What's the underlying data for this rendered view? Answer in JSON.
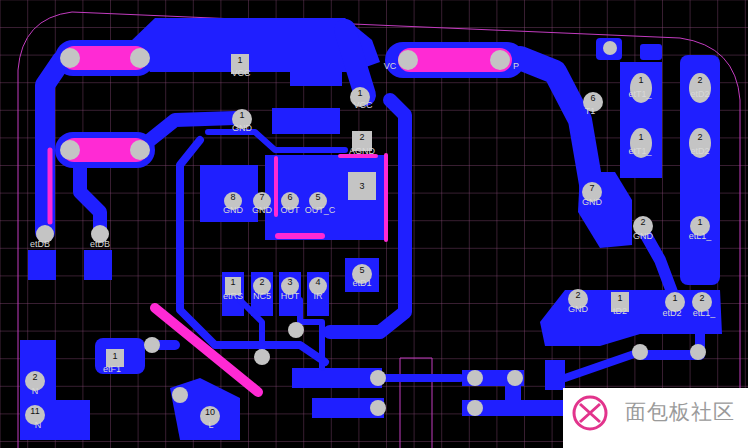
{
  "diagram": {
    "labels": [
      "1",
      "VCC",
      "VC",
      "P",
      "2",
      "1",
      "etT1_",
      "etD2",
      "1",
      "VCC",
      "6",
      "T1",
      "1",
      "GND",
      "2",
      "AGND",
      "1",
      "etT1_",
      "2",
      "etD2",
      "3",
      "7",
      "GND",
      "8",
      "GND",
      "7",
      "GND",
      "6",
      "OUT",
      "5",
      "OUT_C",
      "2",
      "GND",
      "1",
      "etL1_",
      "etDB",
      "etDB",
      "5",
      "etD1",
      "1",
      "etRS",
      "2",
      "NC5",
      "3",
      "HUT",
      "4",
      "IR",
      "2",
      "GND",
      "1",
      "tD2",
      "1",
      "etD2",
      "2",
      "etL1_",
      "1",
      "etF1",
      "2",
      "N",
      "11",
      "N",
      "10",
      "L",
      "面包板社区"
    ]
  }
}
